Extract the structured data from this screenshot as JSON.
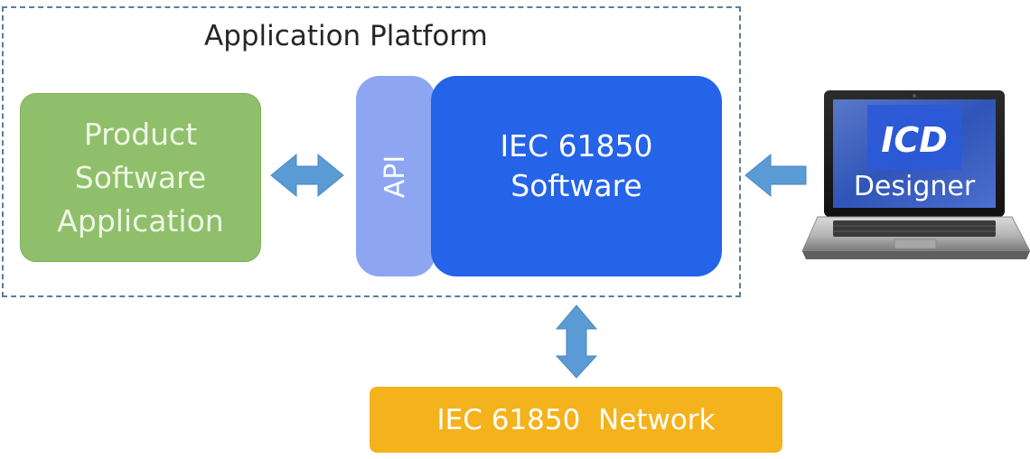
{
  "platform": {
    "title": "Application Platform"
  },
  "product_app": {
    "lines": [
      "Product",
      "Software",
      "Application"
    ]
  },
  "api": {
    "label": "API"
  },
  "iec_software": {
    "lines": [
      "IEC 61850",
      "Software"
    ]
  },
  "network": {
    "label": "IEC 61850  Network"
  },
  "laptop": {
    "screen_title": "ICD",
    "screen_subtitle": "Designer"
  },
  "colors": {
    "product_green": "#8fbf6a",
    "api_light_blue": "#8ea6f2",
    "iec_blue": "#2563e8",
    "network_orange": "#f4b21c",
    "arrow_blue": "#5b9bd5",
    "dashed_border": "#5c7d99"
  }
}
